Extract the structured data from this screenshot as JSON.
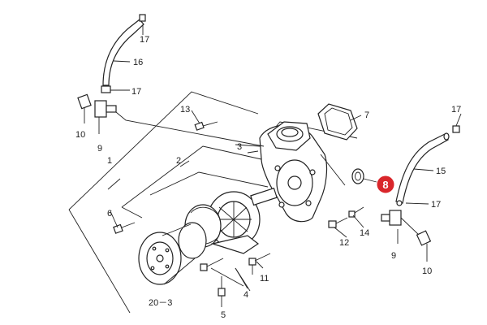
{
  "callouts": {
    "c1": "1",
    "c2": "2",
    "c3": "3",
    "c4": "4",
    "c5": "5",
    "c6": "6",
    "c7": "7",
    "c8": "8",
    "c9a": "9",
    "c9b": "9",
    "c10a": "10",
    "c10b": "10",
    "c11": "11",
    "c12": "12",
    "c13": "13",
    "c14": "14",
    "c15": "15",
    "c16": "16",
    "c17a": "17",
    "c17b": "17",
    "c17c": "17",
    "c17d": "17",
    "c20": "20－3"
  },
  "highlight": {
    "color": "#d9262b"
  }
}
